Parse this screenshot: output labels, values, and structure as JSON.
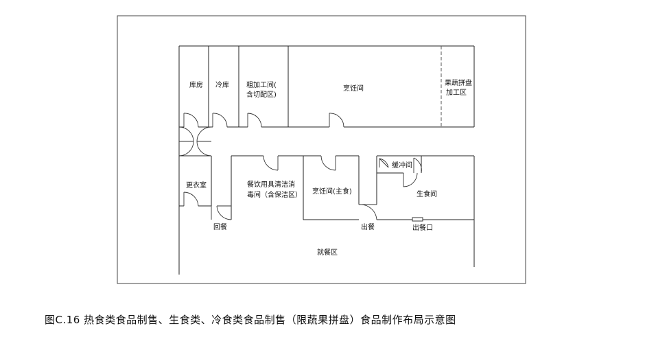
{
  "rooms": {
    "storeroom": "库房",
    "cold_store": "冷库",
    "rough_processing": [
      "粗加工间(",
      "含切配区)"
    ],
    "cooking_room": "烹饪间",
    "fruit_veg_platter": [
      "果蔬拼盘",
      "加工区"
    ],
    "changing_room": "更衣室",
    "utensil_cleaning": [
      "餐饮用具清洁消",
      "毒间（含保洁区）"
    ],
    "cooking_staple": "烹饪间(主食)",
    "buffer_room": "缓冲间",
    "raw_food_room": "生食间",
    "dining_area": "就餐区"
  },
  "markers": {
    "return": "回餐",
    "serve_out": "出餐",
    "serve_window": "出餐口"
  },
  "caption": "图C.16   热食类食品制售、生食类、冷食类食品制售（限蔬果拼盘）食品制作布局示意图"
}
